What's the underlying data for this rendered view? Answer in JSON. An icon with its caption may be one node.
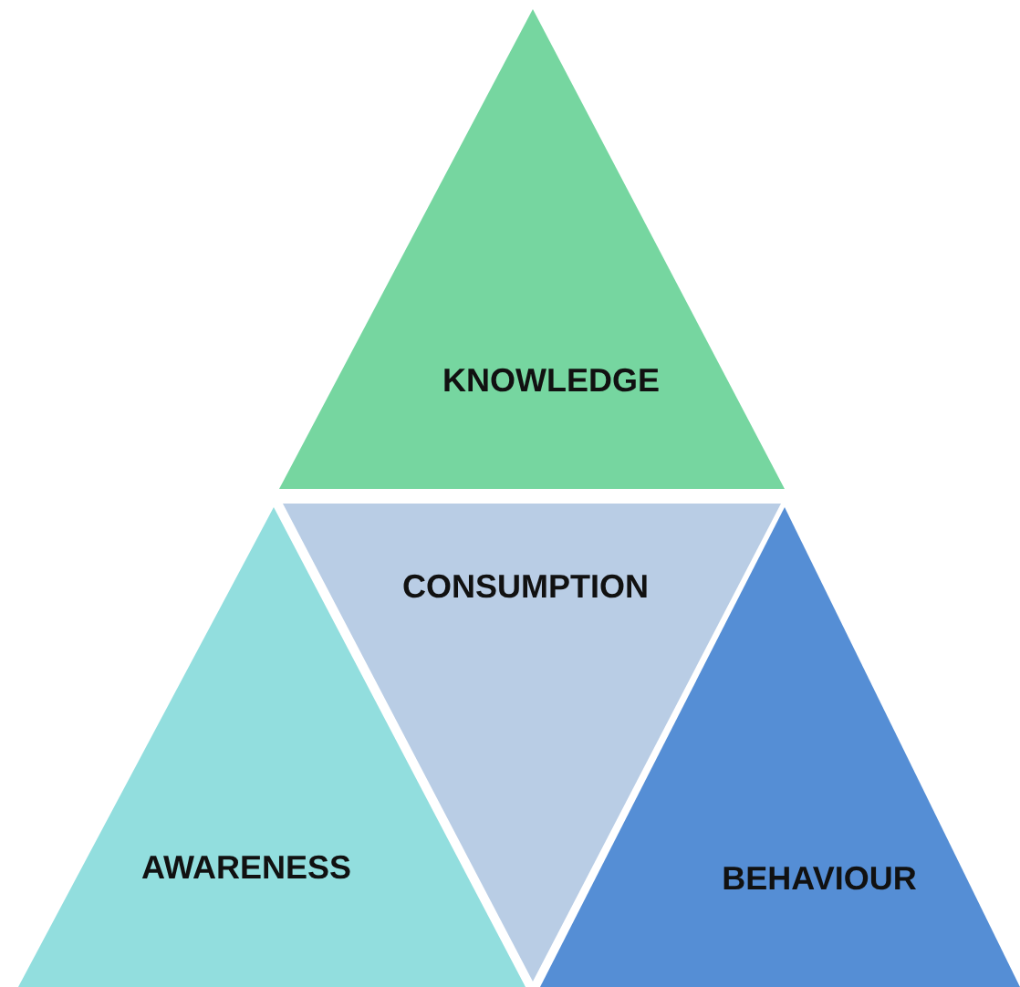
{
  "diagram": {
    "nodes": [
      {
        "text": [
          "KNOWLEDGE"
        ]
      },
      {
        "text": [
          "CONSUMPTION"
        ]
      },
      {
        "text": [
          "AWARENESS"
        ]
      },
      {
        "text": [
          "BEHAVIOUR"
        ]
      }
    ]
  }
}
